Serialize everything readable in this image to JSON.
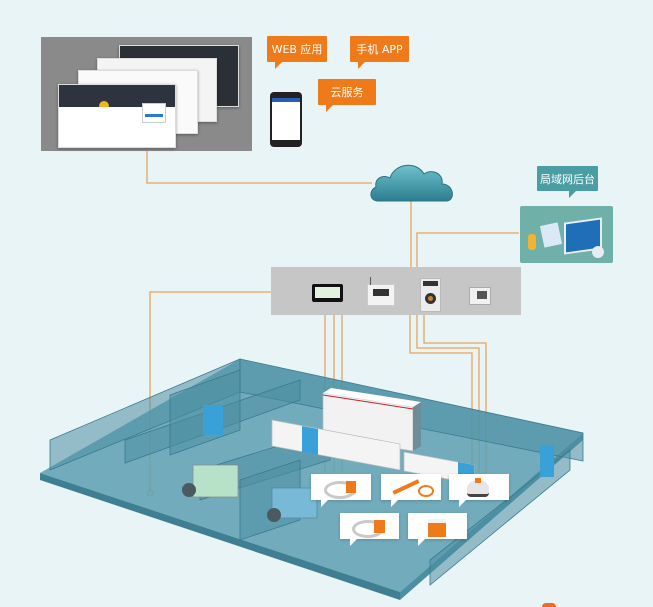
{
  "diagram": {
    "title": "",
    "top_layer": {
      "web_app_label": "WEB 应用",
      "mobile_app_label": "手机 APP",
      "cloud_service_label": "云服务",
      "screens_group": "web-dashboard-screenshots",
      "phone_device": "mobile-phone"
    },
    "cloud": {
      "icon": "cloud-icon"
    },
    "lan_backend": {
      "label": "局域网后台",
      "icon": "backend-illustration-icon"
    },
    "gateway_devices": [
      {
        "name": "touch-display-terminal",
        "icon": "display-terminal-icon"
      },
      {
        "name": "wireless-gateway",
        "icon": "wireless-gateway-icon"
      },
      {
        "name": "dehumidifier-controller",
        "icon": "dehumidifier-icon"
      },
      {
        "name": "monitoring-device",
        "icon": "monitor-device-icon"
      }
    ],
    "field_sensors": [
      {
        "name": "ring-temperature-sensor-1",
        "icon": "ring-sensor-icon"
      },
      {
        "name": "strap-temperature-sensor",
        "icon": "strap-sensor-icon"
      },
      {
        "name": "dome-sensor",
        "icon": "dome-sensor-icon"
      },
      {
        "name": "ring-temperature-sensor-2",
        "icon": "ring-sensor-icon"
      },
      {
        "name": "block-sensor",
        "icon": "block-sensor-icon"
      }
    ],
    "colors": {
      "background": "#e8f4f5",
      "accent_orange": "#ee7a1a",
      "wire_orange": "#e9a35a",
      "teal": "#4a9ea3",
      "room_blue": "#4f96ab",
      "gateway_gray": "#c6c6c6"
    }
  }
}
